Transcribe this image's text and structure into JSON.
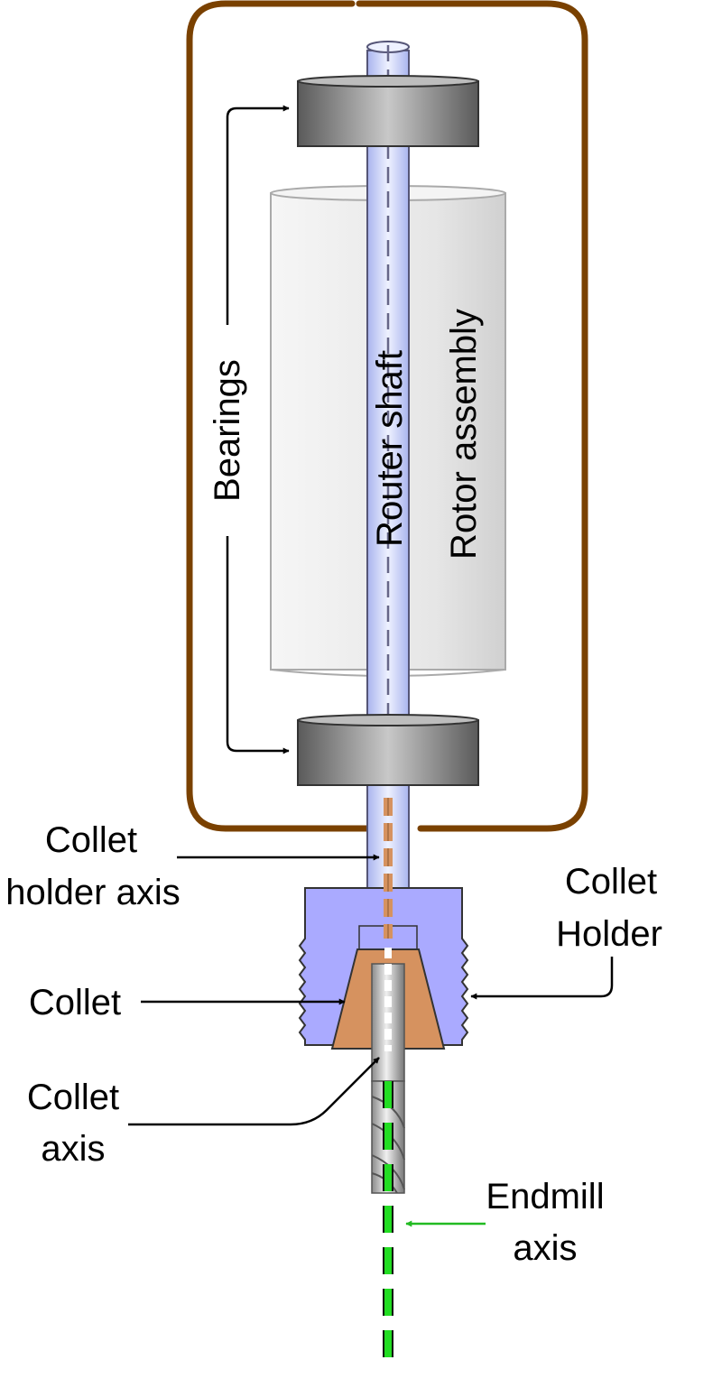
{
  "labels": {
    "bearings": "Bearings",
    "router_shaft": "Router shaft",
    "rotor_assembly": "Rotor assembly",
    "collet_holder_axis_line1": "Collet",
    "collet_holder_axis_line2": "holder axis",
    "collet_holder_line1": "Collet",
    "collet_holder_line2": "Holder",
    "collet": "Collet",
    "collet_axis_line1": "Collet",
    "collet_axis_line2": "axis",
    "endmill_axis_line1": "Endmill",
    "endmill_axis_line2": "axis"
  },
  "colors": {
    "housing_frame": "#7a4100",
    "collet_holder": "#aaaaff",
    "collet": "#d6925f",
    "collet_holder_axis": "#d6925f",
    "endmill_axis": "#22dd22",
    "endmill_arrow": "#22bb22",
    "shaft": "#cbd3ff",
    "shaft_axis": "#666688",
    "bearing": "#777777",
    "rotor": "#e4e4e4"
  }
}
